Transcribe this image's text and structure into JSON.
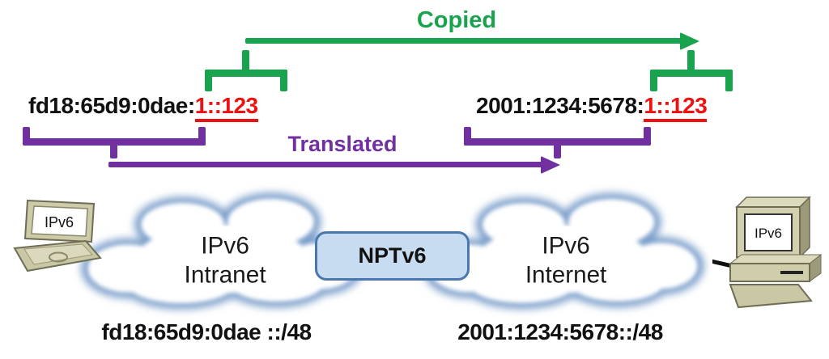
{
  "arrows": {
    "copied": {
      "label": "Copied",
      "color": "#1aa34f"
    },
    "translated": {
      "label": "Translated",
      "color": "#7030a0"
    }
  },
  "addresses": {
    "internal": {
      "prefix": "fd18:65d9:0dae:",
      "host": "1::123"
    },
    "external": {
      "prefix": "2001:1234:5678:",
      "host": "1::123"
    },
    "highlight_color": "#ee1111"
  },
  "translator": {
    "label": "NPTv6",
    "fill": "#c7dcf1",
    "border": "#4a78ae"
  },
  "networks": {
    "intranet": {
      "line1": "IPv6",
      "line2": "Intranet",
      "prefix": "fd18:65d9:0dae ::/48"
    },
    "internet": {
      "line1": "IPv6",
      "line2": "Internet",
      "prefix": "2001:1234:5678::/48"
    }
  },
  "hosts": {
    "left": {
      "label": "IPv6"
    },
    "right": {
      "label": "IPv6"
    }
  }
}
